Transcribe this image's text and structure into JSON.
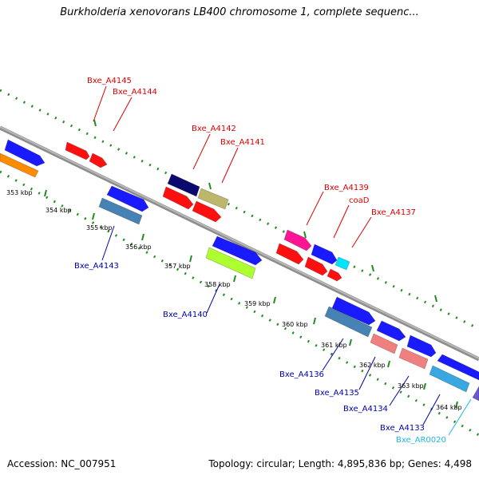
{
  "title": "Burkholderia xenovorans LB400 chromosome 1, complete sequenc...",
  "footer": {
    "accession": "Accession: NC_007951",
    "summary": "Topology: circular; Length: 4,895,836 bp; Genes: 4,498"
  },
  "colors": {
    "backbone": "#8c8c8c",
    "dots": "#228b22",
    "label_red": "#dd0000",
    "label_blue": "#0000aa",
    "label_cyan": "#1ab8e8"
  },
  "kbp_labels": [
    "353 kbp",
    "354 kbp",
    "355 kbp",
    "356 kbp",
    "357 kbp",
    "358 kbp",
    "359 kbp",
    "360 kbp",
    "361 kbp",
    "362 kbp",
    "363 kbp",
    "364 kbp"
  ],
  "gene_labels": [
    {
      "text": "Bxe_A4145",
      "color": "red"
    },
    {
      "text": "Bxe_A4144",
      "color": "red"
    },
    {
      "text": "Bxe_A4142",
      "color": "red"
    },
    {
      "text": "Bxe_A4141",
      "color": "red"
    },
    {
      "text": "Bxe_A4139",
      "color": "red"
    },
    {
      "text": "coaD",
      "color": "red"
    },
    {
      "text": "Bxe_A4137",
      "color": "red"
    },
    {
      "text": "Bxe_A4143",
      "color": "blue"
    },
    {
      "text": "Bxe_A4140",
      "color": "blue"
    },
    {
      "text": "Bxe_A4136",
      "color": "blue"
    },
    {
      "text": "Bxe_A4135",
      "color": "blue"
    },
    {
      "text": "Bxe_A4134",
      "color": "blue"
    },
    {
      "text": "Bxe_A4133",
      "color": "blue"
    },
    {
      "text": "Bxe_AR0020",
      "color": "cyan"
    }
  ],
  "gene_blocks": [
    {
      "name": "gene-block-orange",
      "color": "#ff8c00"
    },
    {
      "name": "gene-block-blue",
      "color": "#1a1aff"
    },
    {
      "name": "gene-block-red",
      "color": "#ff1010"
    },
    {
      "name": "gene-block-steelblue",
      "color": "#4682b4"
    },
    {
      "name": "gene-block-navy",
      "color": "#0a0a6e"
    },
    {
      "name": "gene-block-khaki",
      "color": "#bdb76b"
    },
    {
      "name": "gene-block-lime",
      "color": "#adff2f"
    },
    {
      "name": "gene-block-magenta",
      "color": "#ff1493"
    },
    {
      "name": "gene-block-cyan",
      "color": "#00e5ff"
    },
    {
      "name": "gene-block-salmon",
      "color": "#f08080"
    },
    {
      "name": "gene-block-skyblue",
      "color": "#3aa8e0"
    },
    {
      "name": "gene-block-purple",
      "color": "#6a5acd"
    }
  ]
}
